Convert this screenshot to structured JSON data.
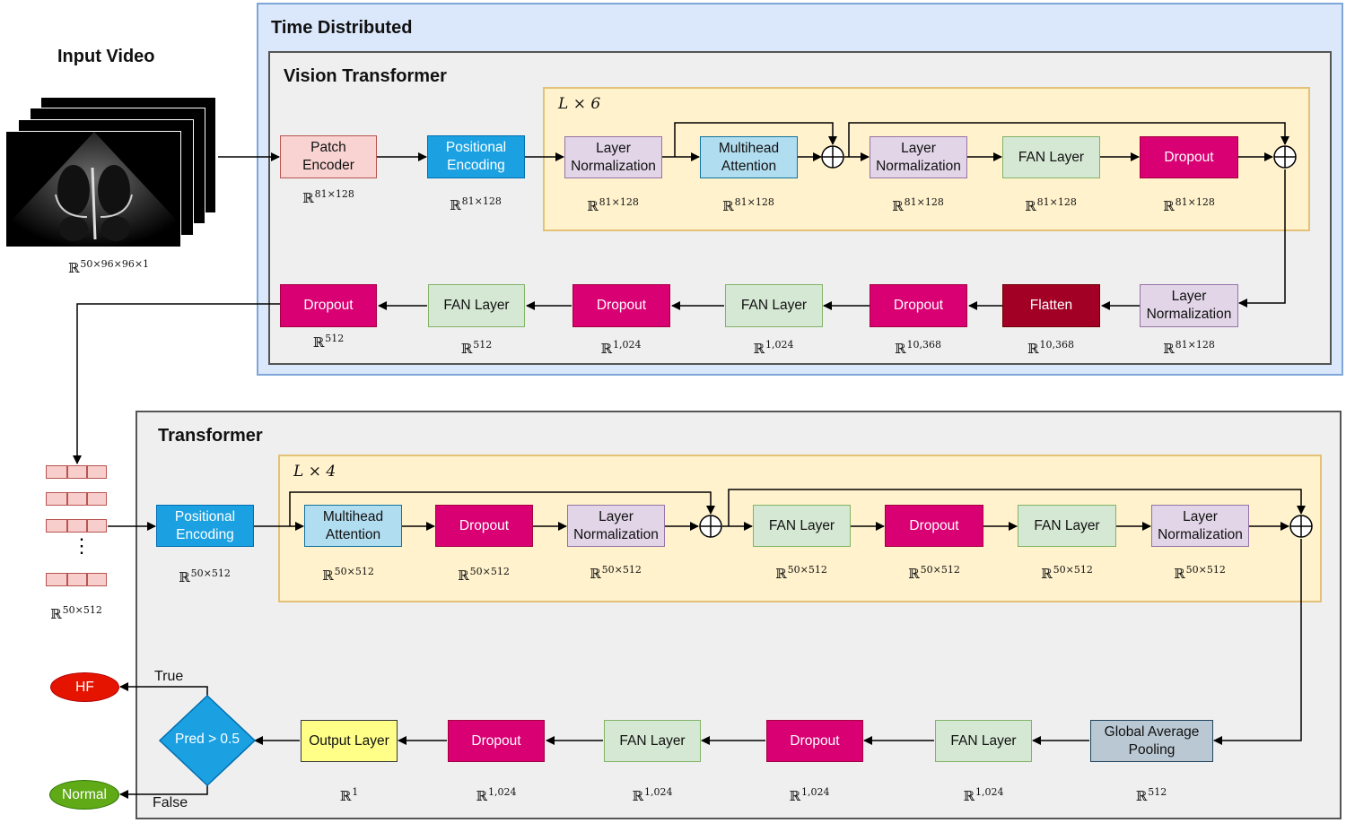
{
  "input": {
    "title": "Input Video",
    "dim_base": "ℝ",
    "dim_exp": "50×96×96×1"
  },
  "regions": {
    "time_distributed": "Time Distributed",
    "vision_transformer": "Vision Transformer",
    "transformer": "Transformer",
    "vit_repeat": "L × 6",
    "tf_repeat": "L × 4"
  },
  "vit_top": [
    {
      "label": "Patch\nEncoder",
      "dim": "81×128"
    },
    {
      "label": "Positional\nEncoding",
      "dim": "81×128"
    },
    {
      "label": "Layer\nNormalization",
      "dim": "81×128"
    },
    {
      "label": "Multihead\nAttention",
      "dim": "81×128"
    },
    {
      "label": "Layer\nNormalization",
      "dim": "81×128"
    },
    {
      "label": "FAN Layer",
      "dim": "81×128"
    },
    {
      "label": "Dropout",
      "dim": "81×128"
    }
  ],
  "vit_bottom": [
    {
      "label": "Layer\nNormalization",
      "dim": "81×128"
    },
    {
      "label": "Flatten",
      "dim": "10,368"
    },
    {
      "label": "Dropout",
      "dim": "10,368"
    },
    {
      "label": "FAN Layer",
      "dim": "1,024"
    },
    {
      "label": "Dropout",
      "dim": "1,024"
    },
    {
      "label": "FAN Layer",
      "dim": "512"
    },
    {
      "label": "Dropout",
      "dim": "512"
    }
  ],
  "sequence": {
    "dots": "⋮",
    "dim": "50×512"
  },
  "tf_top": [
    {
      "label": "Positional\nEncoding",
      "dim": "50×512"
    },
    {
      "label": "Multihead\nAttention",
      "dim": "50×512"
    },
    {
      "label": "Dropout",
      "dim": "50×512"
    },
    {
      "label": "Layer\nNormalization",
      "dim": "50×512"
    },
    {
      "label": "FAN Layer",
      "dim": "50×512"
    },
    {
      "label": "Dropout",
      "dim": "50×512"
    },
    {
      "label": "FAN Layer",
      "dim": "50×512"
    },
    {
      "label": "Layer\nNormalization",
      "dim": "50×512"
    }
  ],
  "tf_bottom": [
    {
      "label": "Global Average\nPooling",
      "dim": "512"
    },
    {
      "label": "FAN Layer",
      "dim": "1,024"
    },
    {
      "label": "Dropout",
      "dim": "1,024"
    },
    {
      "label": "FAN Layer",
      "dim": "1,024"
    },
    {
      "label": "Dropout",
      "dim": "1,024"
    },
    {
      "label": "Output Layer",
      "dim": "1"
    }
  ],
  "decision": {
    "label": "Pred > 0.5",
    "true_label": "True",
    "false_label": "False",
    "true_out": "HF",
    "false_out": "Normal"
  },
  "colors": {
    "patch": "#f8d3d1",
    "positional": "#1ba1e2",
    "normalization": "#e1d5e7",
    "attention": "#b1ddf0",
    "fan": "#d5e8d4",
    "dropout": "#d80073",
    "flatten": "#a20025",
    "pooling": "#bac8d3",
    "output": "#ffff88",
    "hf": "#e51400",
    "normal": "#60a917",
    "decision": "#1ba1e2"
  }
}
